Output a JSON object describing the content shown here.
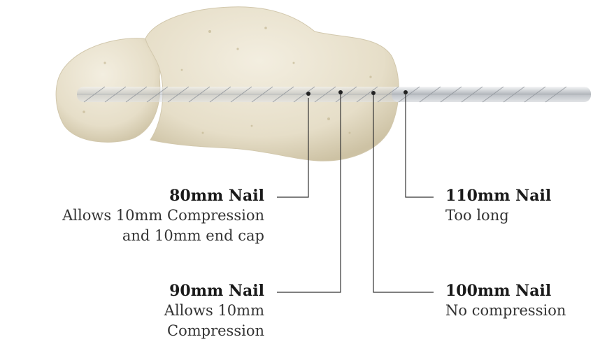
{
  "callouts": [
    {
      "id": "80",
      "title": "80mm Nail",
      "desc": [
        "Allows 10mm Compression",
        "and 10mm end cap"
      ]
    },
    {
      "id": "90",
      "title": "90mm Nail",
      "desc": [
        "Allows 10mm",
        "Compression"
      ]
    },
    {
      "id": "110",
      "title": "110mm Nail",
      "desc": [
        "Too long"
      ]
    },
    {
      "id": "100",
      "title": "100mm Nail",
      "desc": [
        "No compression"
      ]
    }
  ],
  "colors": {
    "bone": "#e9e2cf",
    "bone_shadow": "#cfc5aa",
    "nail": "#c9ccd0",
    "leader": "#333333"
  }
}
